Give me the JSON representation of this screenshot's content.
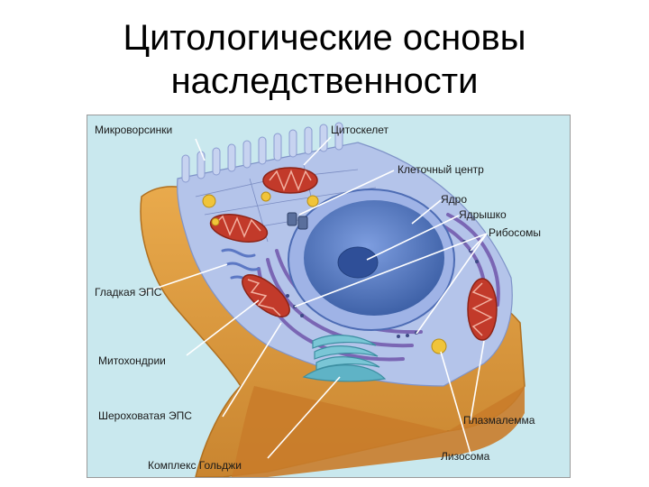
{
  "title": {
    "line1": "Цитологические основы",
    "line2": "наследственности"
  },
  "diagram": {
    "labels": {
      "microvilli": "Микроворсинки",
      "cytoskeleton": "Цитоскелет",
      "centrosome": "Клеточный центр",
      "nucleus": "Ядро",
      "nucleolus": "Ядрышко",
      "ribosomes": "Рибосомы",
      "smooth_er": "Гладкая ЭПС",
      "mitochondria": "Митохондрии",
      "rough_er": "Шероховатая ЭПС",
      "plasmalemma": "Плазмалемма",
      "golgi": "Комплекс Гольджи",
      "lysosome": "Лизосома"
    },
    "colors": {
      "background": "#c9e8ee",
      "cell_shell": "#dd9a3a",
      "cytoplasm": "#b4c4ea",
      "nucleus": "#5a7fc4",
      "mitochondria": "#c23a2a",
      "er": "#8a78c0",
      "golgi": "#7ac6d6",
      "lysosome": "#f0c43a"
    }
  }
}
